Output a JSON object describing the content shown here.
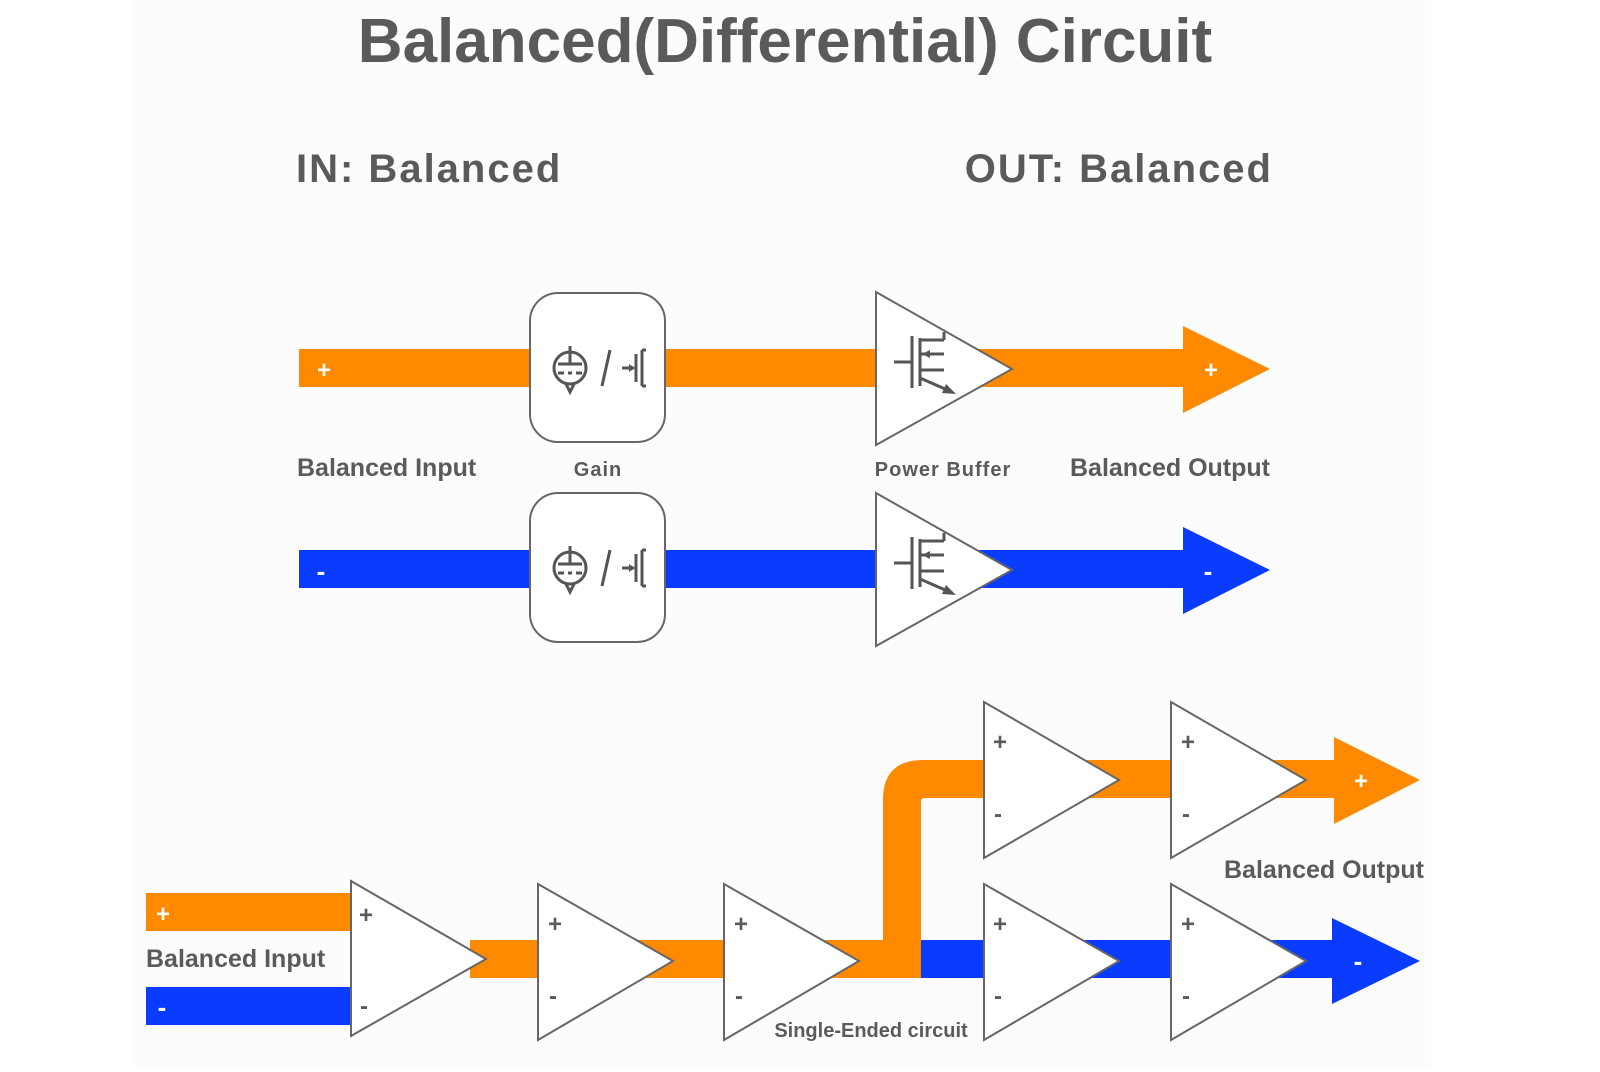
{
  "title": "Balanced(Differential) Circuit",
  "in_heading": "IN: Balanced",
  "out_heading": "OUT: Balanced",
  "colors": {
    "positive": "#ff8a00",
    "negative": "#0a3cff",
    "text": "#5a5a5a",
    "stroke": "#666666",
    "panel": "#fcfcfc"
  },
  "top_diagram": {
    "plus_sign": "+",
    "minus_sign": "-",
    "input_label": "Balanced Input",
    "gain_label": "Gain",
    "buffer_label": "Power Buffer",
    "output_label": "Balanced Output",
    "gain_icon": "tube-or-fet-icon",
    "buffer_icon": "transistor-icon"
  },
  "bottom_diagram": {
    "plus_sign": "+",
    "minus_sign": "-",
    "input_label": "Balanced Input",
    "output_label": "Balanced Output",
    "single_ended_label": "Single-Ended circuit",
    "amp_plus": "+",
    "amp_minus": "-"
  }
}
